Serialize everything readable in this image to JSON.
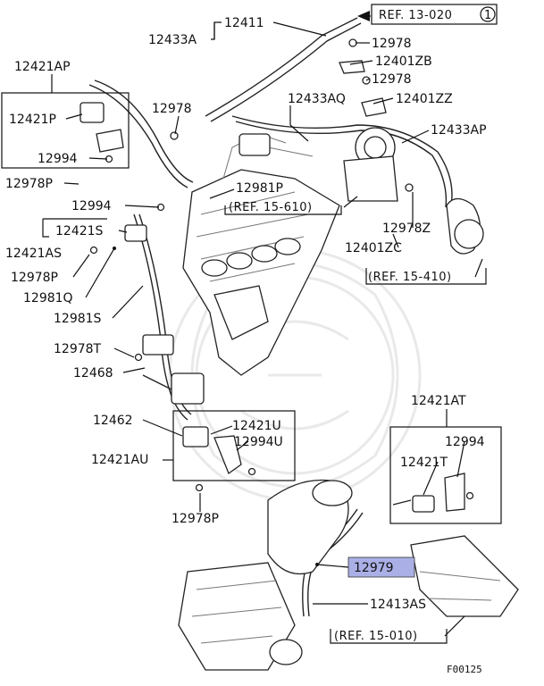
{
  "diagram": {
    "part_labels": {
      "p12411": "12411",
      "p12433A": "12433A",
      "p12978_a": "12978",
      "p12401ZB": "12401ZB",
      "p12978_b": "12978",
      "p12401ZZ": "12401ZZ",
      "p12433AQ": "12433AQ",
      "p12433AP": "12433AP",
      "p12421AP": "12421AP",
      "p12421P": "12421P",
      "p12994_a": "12994",
      "p12978P_a": "12978P",
      "p12978_c": "12978",
      "p12994_b": "12994",
      "p12421S": "12421S",
      "p12421AS": "12421AS",
      "p12978P_b": "12978P",
      "p12981Q": "12981Q",
      "p12981S": "12981S",
      "p12981P": "12981P",
      "p12978Z": "12978Z",
      "p12401ZC": "12401ZC",
      "p12978T": "12978T",
      "p12468": "12468",
      "p12462": "12462",
      "p12421U": "12421U",
      "p12994U": "12994U",
      "p12421AU": "12421AU",
      "p12978P_c": "12978P",
      "p12421AT": "12421AT",
      "p12994_c": "12994",
      "p12421T": "12421T",
      "p12979": "12979",
      "p12413AS": "12413AS"
    },
    "references": {
      "ref13020": "REF. 13-020",
      "ref13020_circle": "1",
      "ref15610": "(REF. 15-610)",
      "ref15410": "(REF. 15-410)",
      "ref15010": "(REF. 15-010)"
    },
    "figure_code": "F00125",
    "highlight_color": "#aab0e6"
  }
}
